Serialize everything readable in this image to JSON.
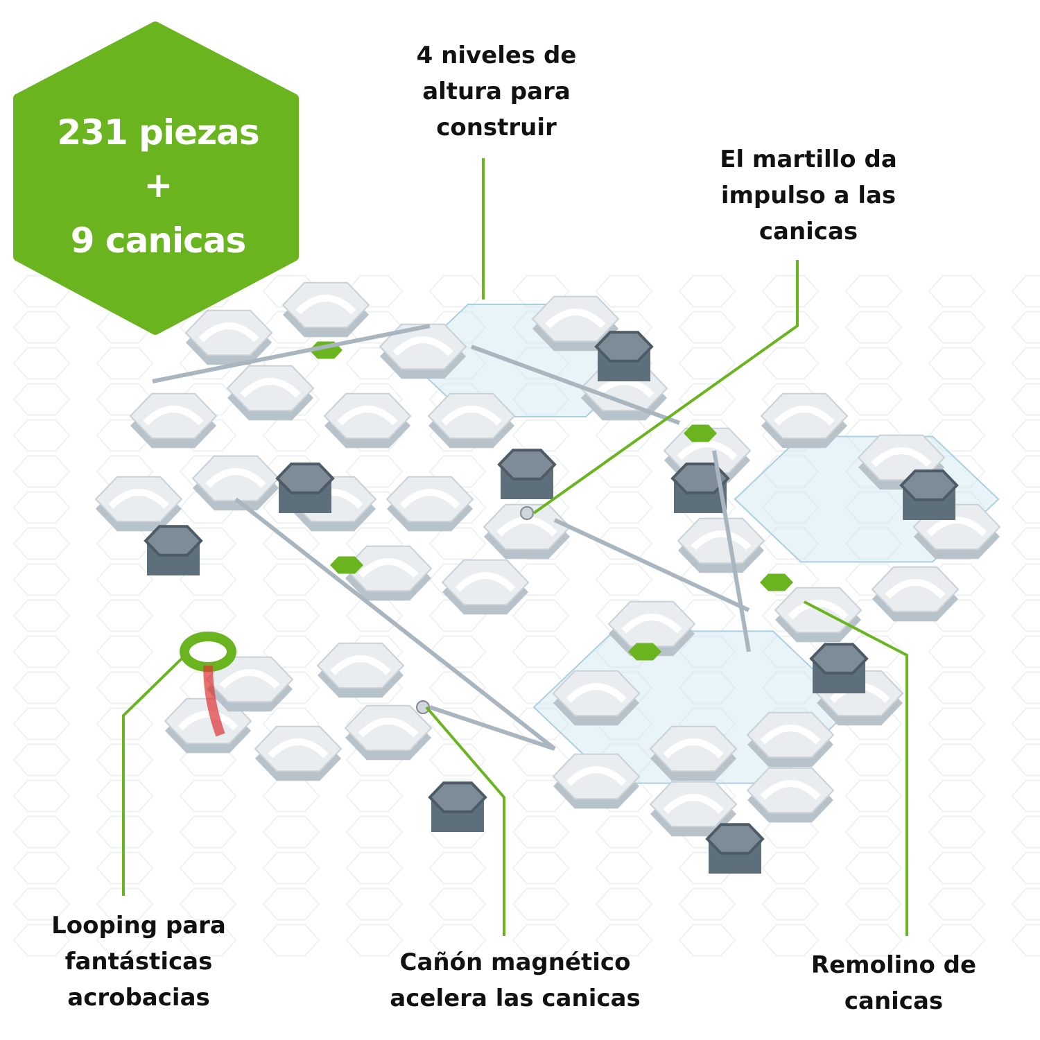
{
  "badge": {
    "line1": "231 piezas",
    "line2": "+",
    "line3": "9 canicas"
  },
  "callouts": {
    "levels": [
      "4 niveles de",
      "altura para",
      "construir"
    ],
    "hammer": [
      "El martillo da",
      "impulso a las",
      "canicas"
    ],
    "looping": [
      "Looping para",
      "fantásticas",
      "acrobacias"
    ],
    "cannon": [
      "Cañón magnético",
      "acelera las canicas"
    ],
    "vortex": [
      "Remolino de",
      "canicas"
    ]
  },
  "colors": {
    "accent": "#6ab41f",
    "tile": "#e9edf0",
    "tile_dark": "#5d6f7b",
    "glass": "#cfe6f2"
  }
}
